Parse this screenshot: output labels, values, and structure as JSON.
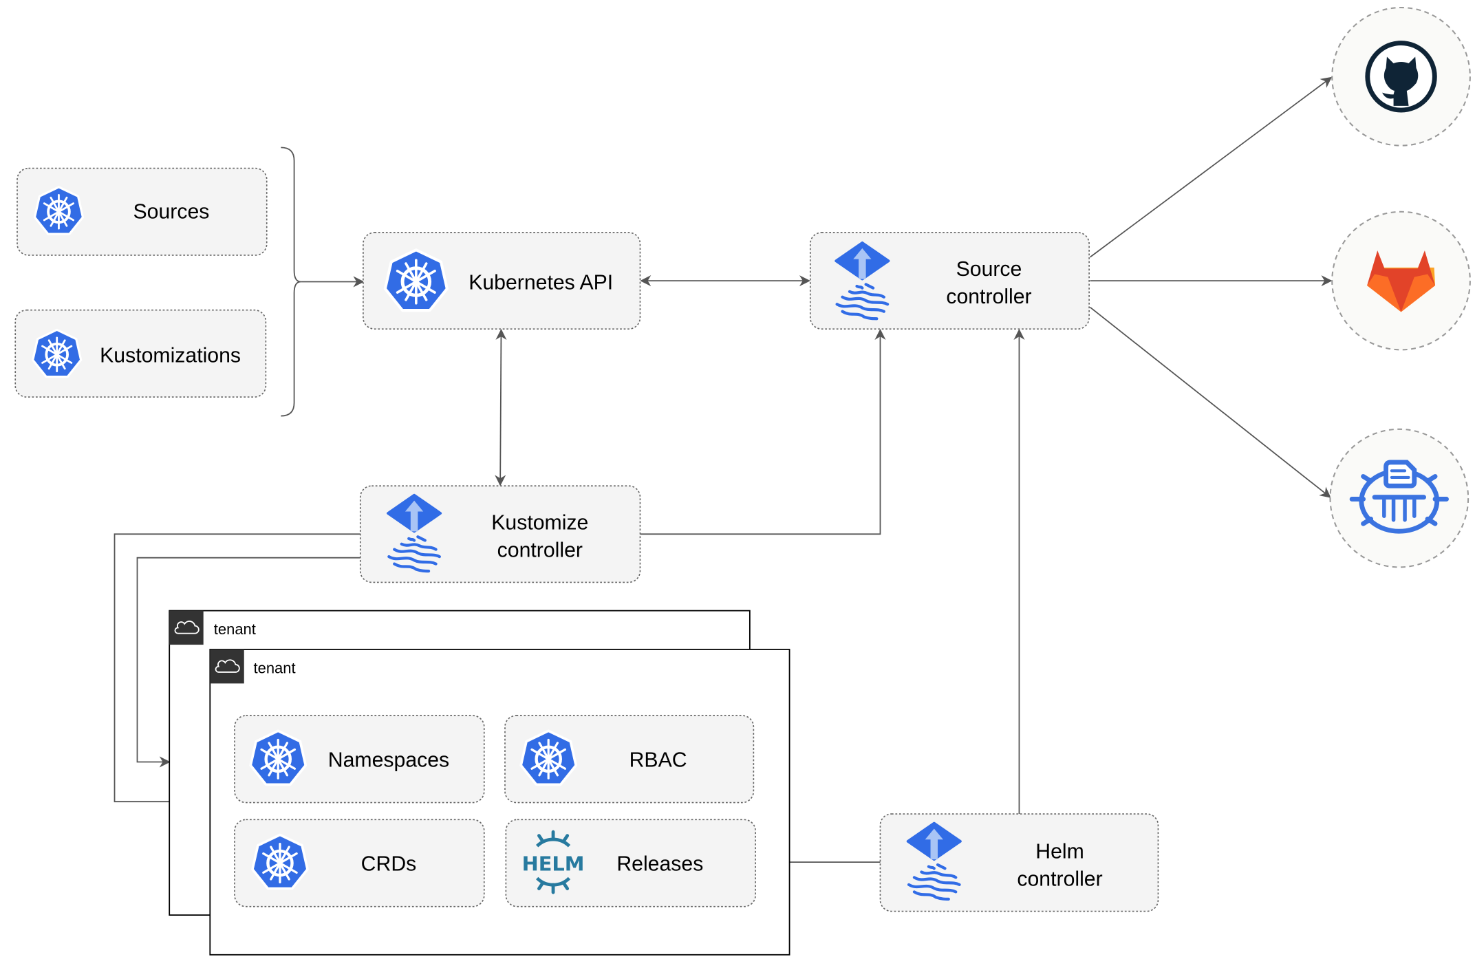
{
  "nodes": {
    "sources": "Sources",
    "kustomizations": "Kustomizations",
    "kubernetes_api": "Kubernetes API",
    "source_controller": [
      "Source",
      "controller"
    ],
    "kustomize_controller": [
      "Kustomize",
      "controller"
    ],
    "helm_controller": [
      "Helm",
      "controller"
    ],
    "namespaces": "Namespaces",
    "rbac": "RBAC",
    "crds": "CRDs",
    "releases": "Releases"
  },
  "tenants": [
    "tenant",
    "tenant"
  ],
  "helm_logo_text": "HELM",
  "external": [
    {
      "name": "github",
      "icon": "github-icon"
    },
    {
      "name": "gitlab",
      "icon": "gitlab-icon"
    },
    {
      "name": "bucket",
      "icon": "bucket-icon"
    }
  ],
  "colors": {
    "kubernetes_blue": "#326CE5",
    "flux_blue": "#316CE6",
    "helm_blue": "#277A9F",
    "github_dark": "#0F2436",
    "gitlab_orange": "#E24329",
    "gitlab_light": "#FCA326"
  }
}
